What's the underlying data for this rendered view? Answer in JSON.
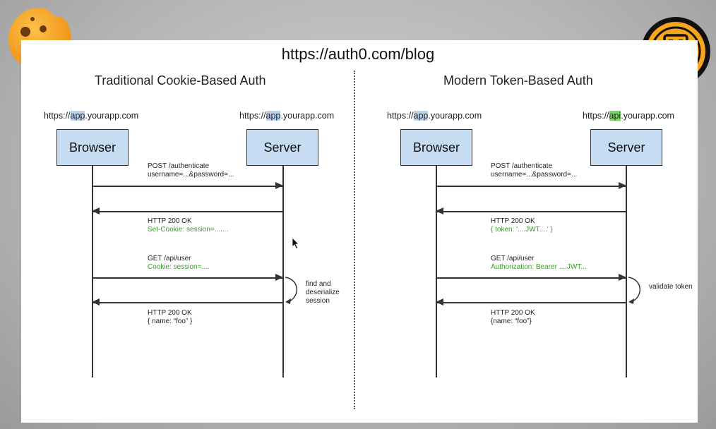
{
  "header": {
    "url": "https://auth0.com/blog"
  },
  "traditional": {
    "title": "Traditional Cookie-Based Auth",
    "browser_host": {
      "prefix": "https://",
      "highlight": "app",
      "suffix": ".yourapp.com"
    },
    "server_host": {
      "prefix": "https://",
      "highlight": "app",
      "suffix": ".yourapp.com"
    },
    "browser_label": "Browser",
    "server_label": "Server",
    "messages": [
      {
        "line1": "POST /authenticate",
        "line2": "username=...&password=..."
      },
      {
        "line1": "HTTP 200 OK",
        "line2": "Set-Cookie: session=......."
      },
      {
        "line1": "GET /api/user",
        "line2": "Cookie: session=...."
      },
      {
        "line1": "HTTP 200 OK",
        "line2": "{  name: “foo” }"
      }
    ],
    "note": {
      "line1": "find and",
      "line2": "deserialize",
      "line3": "session"
    }
  },
  "modern": {
    "title": "Modern Token-Based Auth",
    "browser_host": {
      "prefix": "https://",
      "highlight": "app",
      "suffix": ".yourapp.com"
    },
    "server_host": {
      "prefix": "https://",
      "highlight": "api",
      "suffix": ".yourapp.com"
    },
    "browser_label": "Browser",
    "server_label": "Server",
    "messages": [
      {
        "line1": "POST /authenticate",
        "line2": "username=...&password=..."
      },
      {
        "line1": "HTTP 200 OK",
        "line2": "{ token: '....JWT....' }"
      },
      {
        "line1": "GET /api/user",
        "line2": "Authorization: Bearer ....JWT..."
      },
      {
        "line1": "HTTP 200 OK",
        "line2": "{name: “foo”}"
      }
    ],
    "note": {
      "line1": "validate token"
    }
  },
  "icons": {
    "left": "cookie-icon",
    "right": "robot-icon",
    "pointer": "cursor-icon"
  },
  "colors": {
    "box_fill": "#c6dcf2",
    "host_highlight_blue": "#b9d3ee",
    "host_highlight_green": "#7fd36b",
    "green_text": "#3d9a2e",
    "cookie_orange": "#f5a623",
    "badge_orange": "#f7a51c"
  }
}
